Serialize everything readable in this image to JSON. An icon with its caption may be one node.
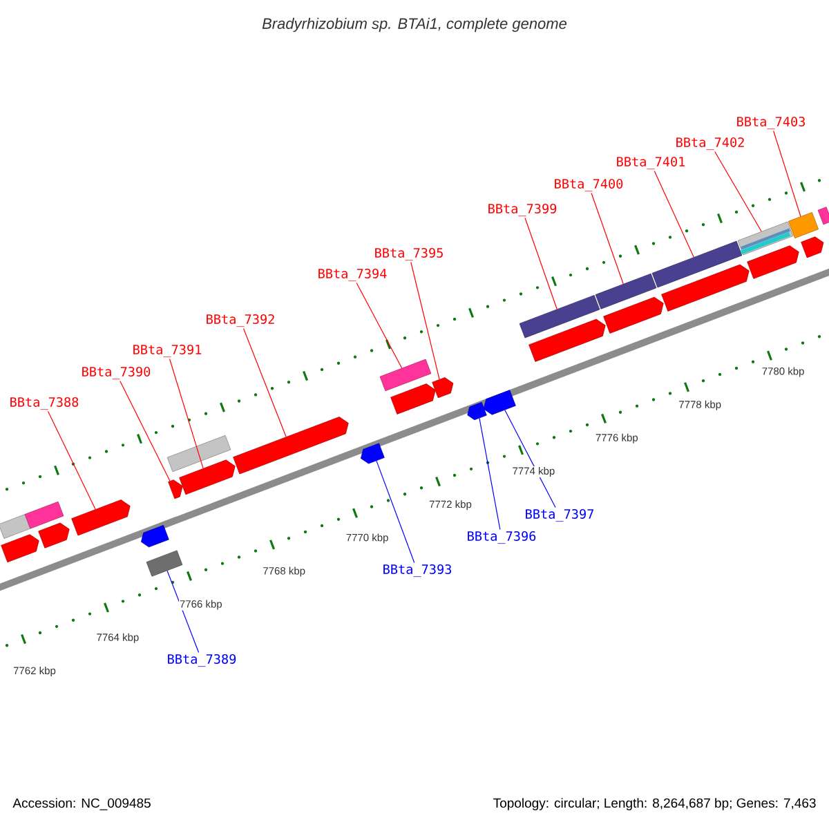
{
  "diagram": {
    "title": "Bradyrhizobium sp. BTAi1, complete genome",
    "nodes": [
      {
        "text": [
          "BBta_7388"
        ]
      },
      {
        "text": [
          "BBta_7390"
        ]
      },
      {
        "text": [
          "BBta_7391"
        ]
      },
      {
        "text": [
          "BBta_7392"
        ]
      },
      {
        "text": [
          "BBta_7394"
        ]
      },
      {
        "text": [
          "BBta_7395"
        ]
      },
      {
        "text": [
          "BBta_7399"
        ]
      },
      {
        "text": [
          "BBta_7400"
        ]
      },
      {
        "text": [
          "BBta_7401"
        ]
      },
      {
        "text": [
          "BBta_7402"
        ]
      },
      {
        "text": [
          "BBta_7403"
        ]
      },
      {
        "text": [
          "BBta_7389"
        ]
      },
      {
        "text": [
          "BBta_7393"
        ]
      },
      {
        "text": [
          "BBta_7396"
        ]
      },
      {
        "text": [
          "BBta_7397"
        ]
      },
      {
        "text": [],
        "shape": "arrow"
      },
      {
        "text": [],
        "shape": "box"
      },
      {
        "text": [],
        "shape": "box"
      },
      {
        "text": [],
        "shape": "arrow"
      },
      {
        "text": [],
        "shape": "arrow"
      },
      {
        "text": [],
        "shape": "arrow"
      },
      {
        "text": [],
        "shape": "box"
      },
      {
        "text": [],
        "shape": "arrow"
      },
      {
        "text": [],
        "shape": "box"
      },
      {
        "text": [],
        "shape": "arrow"
      },
      {
        "text": [],
        "shape": "arrow"
      },
      {
        "text": [],
        "shape": "arrow"
      },
      {
        "text": [],
        "shape": "box"
      },
      {
        "text": [],
        "shape": "arrow"
      },
      {
        "text": [],
        "shape": "arrow"
      },
      {
        "text": [],
        "shape": "arrow"
      },
      {
        "text": [],
        "shape": "arrow"
      },
      {
        "text": [],
        "shape": "box"
      },
      {
        "text": [],
        "shape": "arrow"
      },
      {
        "text": [],
        "shape": "box"
      },
      {
        "text": [],
        "shape": "arrow"
      },
      {
        "text": [],
        "shape": "box"
      },
      {
        "text": [],
        "shape": "arrow"
      },
      {
        "text": [],
        "shape": "box"
      },
      {
        "text": [],
        "shape": "arrow"
      },
      {
        "text": [],
        "shape": "box"
      },
      {
        "text": [],
        "shape": "arrow"
      },
      {
        "text": [],
        "shape": "box"
      }
    ],
    "edges": [
      {
        "from": 0,
        "to": 19,
        "arrow": "none"
      },
      {
        "from": 1,
        "to": 22,
        "arrow": "none"
      },
      {
        "from": 2,
        "to": 24,
        "arrow": "none"
      },
      {
        "from": 3,
        "to": 25,
        "arrow": "none"
      },
      {
        "from": 4,
        "to": 27,
        "arrow": "none"
      },
      {
        "from": 5,
        "to": 29,
        "arrow": "none"
      },
      {
        "from": 6,
        "to": 32,
        "arrow": "none"
      },
      {
        "from": 7,
        "to": 34,
        "arrow": "none"
      },
      {
        "from": 8,
        "to": 36,
        "arrow": "none"
      },
      {
        "from": 9,
        "to": 38,
        "arrow": "none"
      },
      {
        "from": 10,
        "to": 40,
        "arrow": "none"
      },
      {
        "from": 11,
        "to": 21,
        "arrow": "none",
        "color": "#0000ff"
      },
      {
        "from": 12,
        "to": 26,
        "arrow": "none",
        "color": "#0000ff"
      },
      {
        "from": 13,
        "to": 30,
        "arrow": "none",
        "color": "#0000ff"
      },
      {
        "from": 14,
        "to": 31,
        "arrow": "none",
        "color": "#0000ff"
      }
    ],
    "labels": [
      "7762 kbp",
      "7764 kbp",
      "7766 kbp",
      "7768 kbp",
      "7770 kbp",
      "7772 kbp",
      "7774 kbp",
      "7776 kbp",
      "7778 kbp",
      "7780 kbp",
      "Accession: NC_009485",
      "Topology: circular; Length: 8,264,687 bp; Genes: 7,463"
    ]
  }
}
